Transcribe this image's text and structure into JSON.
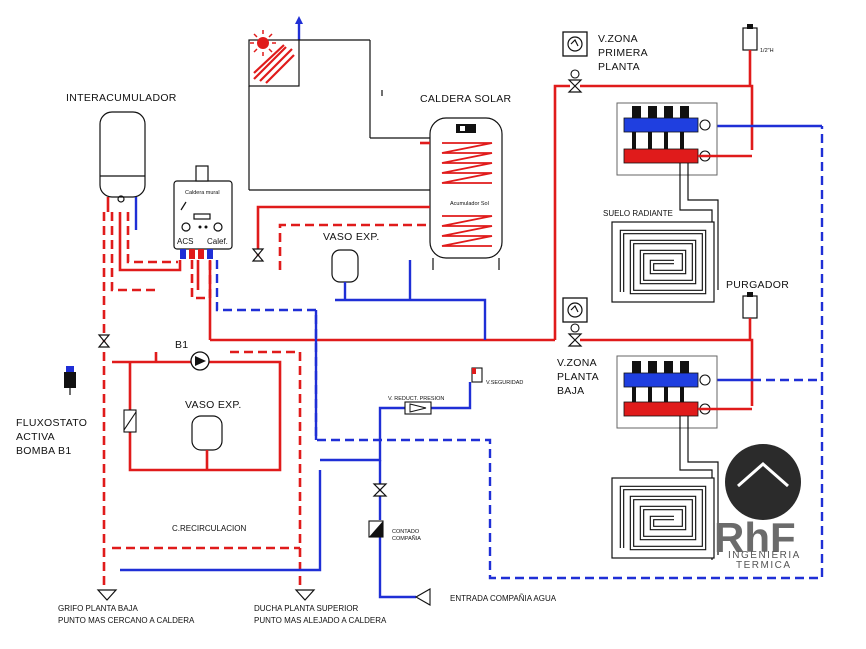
{
  "labels": {
    "interacumulador": "INTERACUMULADOR",
    "caldera_solar": "CALDERA SOLAR",
    "vaso_exp_top": "VASO EXP.",
    "vaso_exp_bottom": "VASO EXP.",
    "b1": "B1",
    "fluxostato_line1": "FLUXOSTATO",
    "fluxostato_line2": "ACTIVA",
    "fluxostato_line3": "BOMBA B1",
    "zona_primera_line1": "V.ZONA",
    "zona_primera_line2": "PRIMERA",
    "zona_primera_line3": "PLANTA",
    "zona_baja_line1": "V.ZONA",
    "zona_baja_line2": "PLANTA",
    "zona_baja_line3": "BAJA",
    "suelo_radiante": "SUELO RADIANTE",
    "purgador": "PURGADOR",
    "c_recirculacion": "C.RECIRCULACION",
    "v_reduct_presion": "V. REDUCT. PRESION",
    "v_seguridad": "V.SEGURIDAD",
    "contado_compania_line1": "CONTADO",
    "contado_compania_line2": "COMPAÑIA",
    "entrada_compania": "ENTRADA COMPAÑIA AGUA",
    "grifo_line1": "GRIFO PLANTA BAJA",
    "grifo_line2": "PUNTO MAS CERCANO A CALDERA",
    "ducha_line1": "DUCHA PLANTA SUPERIOR",
    "ducha_line2": "PUNTO MAS ALEJADO A CALDERA",
    "caldera_mural": "Caldera mural",
    "acs": "ACS",
    "calef": "Calef.",
    "acumulador_small": "Acumulador Sol",
    "purgador_small": "1/2\"H"
  },
  "logo": {
    "text_main": "RhF",
    "text_line1": "INGENIERIA",
    "text_line2": "TERMICA"
  },
  "colors": {
    "hot": "#e01b1b",
    "cold": "#1f2fd6",
    "manifold_blue": "#1f3fe0",
    "manifold_red": "#e01b1b",
    "logo_dark": "#2b2b2b",
    "logo_text": "#6b6b6b"
  }
}
